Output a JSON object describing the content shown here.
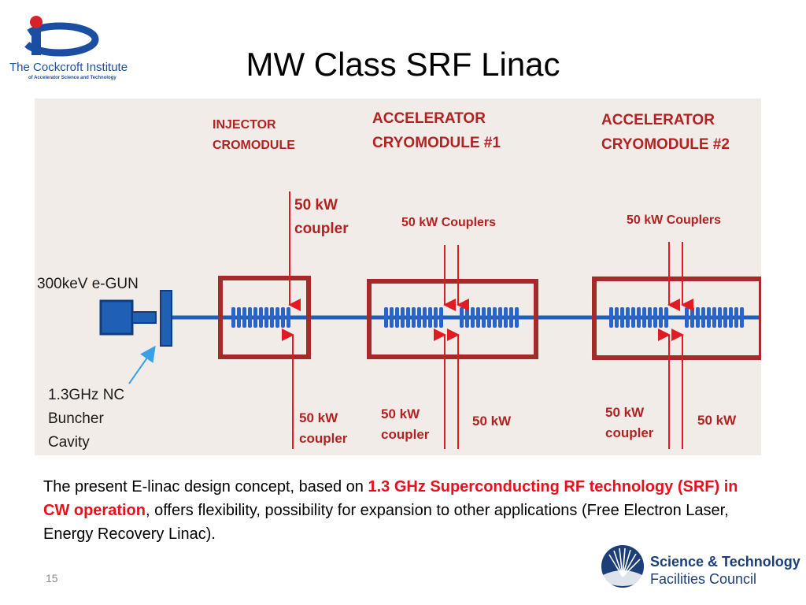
{
  "header": {
    "title": "MW Class SRF Linac",
    "logo_left": {
      "name": "The Cockcroft Institute",
      "tagline": "of Accelerator Science and Technology",
      "icon": "cockcroft-institute-logo",
      "color": "#1b4ea3"
    }
  },
  "diagram": {
    "background": "#f2ece9",
    "frame_color": "#a52a2a",
    "cavity_color": "#2a64c8",
    "beamline_color": "#1f5fb5",
    "label_red": "#b22222",
    "arrow_color": "#e01b24",
    "modules": [
      {
        "line1": "INJECTOR",
        "line2": "CROMODULE"
      },
      {
        "line1": "ACCELERATOR",
        "line2": "CRYOMODULE #1"
      },
      {
        "line1": "ACCELERATOR",
        "line2": "CRYOMODULE #2"
      }
    ],
    "gun_label": "300keV e-GUN",
    "buncher_label": [
      "1.3GHz NC",
      "Buncher",
      "Cavity"
    ],
    "top_coupler": {
      "line1": "50 kW",
      "line2": "coupler"
    },
    "couplers_label": "50 kW Couplers",
    "bottom_coupler": {
      "line1": "50 kW",
      "line2": "coupler"
    },
    "bottom_50kw": "50 kW"
  },
  "body": {
    "text_before": "The present E-linac design concept, based on ",
    "highlight": "1.3 GHz Superconducting RF technology (SRF) in CW operation",
    "text_after": ", offers flexibility, possibility for expansion to other applications (Free Electron Laser, Energy Recovery Linac).",
    "highlight_color": "#e8101c"
  },
  "footer": {
    "page_number": "15",
    "logo_right": {
      "line1": "Science & Technology",
      "line2": "Facilities Council",
      "icon": "stfc-logo",
      "color": "#1c3f7a"
    }
  }
}
